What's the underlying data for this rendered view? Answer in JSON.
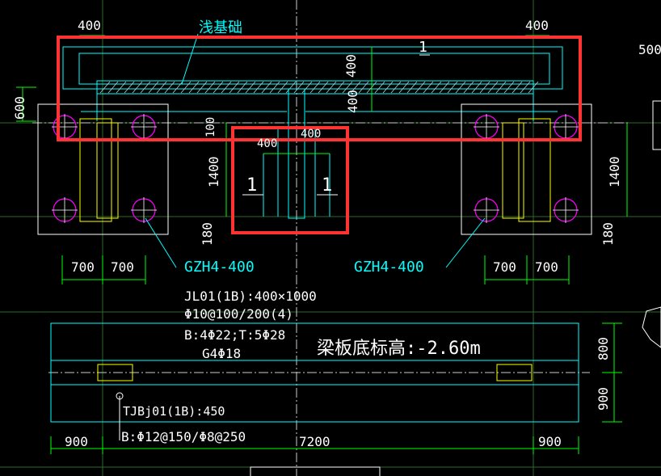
{
  "dims": {
    "top_left": "400",
    "top_right": "400",
    "far_right": "500",
    "left_side": "600",
    "v400_a": "400",
    "v400_b": "400",
    "v100_center": "100",
    "h400_center": "400",
    "h400_center_b": "400",
    "v1400_left": "1400",
    "v1400_right": "1400",
    "v180_left": "180",
    "v180_right": "180",
    "bottom_700_1": "700",
    "bottom_700_2": "700",
    "bottom_700_3": "700",
    "bottom_700_4": "700",
    "v800": "800",
    "v900": "900",
    "bottom_900_left": "900",
    "bottom_7200": "7200",
    "bottom_900_right": "900"
  },
  "labels": {
    "shallow_foundation": "浅基础",
    "section_mark_top": "1",
    "section_mark_left": "1",
    "section_mark_right": "1",
    "pile_cap_left": "GZH4-400",
    "pile_cap_right": "GZH4-400",
    "beam_line1": "JL01(1B):400×1000",
    "beam_line2": "Φ10@100/200(4)",
    "beam_line3": "B:4Φ22;T:5Φ28",
    "beam_line4": "G4Φ18",
    "beam_elevation": "梁板底标高:-2.60m",
    "strip_line1": "TJBj01(1B):450",
    "strip_line2": "B:Φ12@150/Φ8@250"
  },
  "colors": {
    "background": "#000000",
    "annotation_box": "#ff3333",
    "cyan": "#00ffff",
    "dim_green": "#00ff00",
    "pile_magenta": "#ff00ff",
    "yellow": "#ffff00",
    "white": "#ffffff"
  }
}
